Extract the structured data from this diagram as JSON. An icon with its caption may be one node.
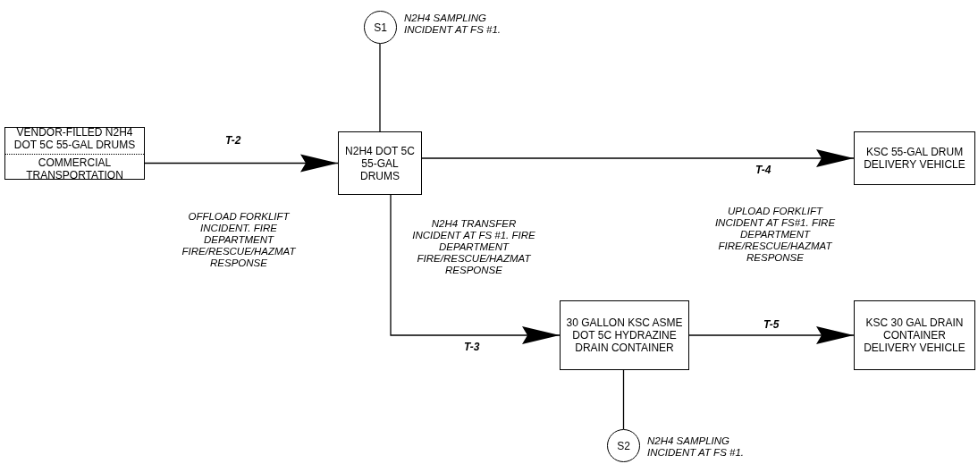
{
  "diagram": {
    "nodes": [
      {
        "text": [
          "VENDOR-FILLED N2H4 DOT 5C 55-GAL DRUMS",
          "COMMERCIAL TRANSPORTATION"
        ]
      },
      {
        "text": [
          "S1"
        ],
        "beside": [
          "N2H4 SAMPLING INCIDENT AT FS #1."
        ]
      },
      {
        "text": [
          "N2H4 DOT 5C 55-GAL DRUMS"
        ]
      },
      {
        "text": [
          "KSC 55-GAL DRUM DELIVERY VEHICLE"
        ]
      },
      {
        "text": [
          "30 GALLON KSC ASME DOT 5C HYDRAZINE DRAIN CONTAINER"
        ]
      },
      {
        "text": [
          "KSC 30 GAL DRAIN CONTAINER DELIVERY VEHICLE"
        ]
      },
      {
        "text": [
          "S2"
        ],
        "beside": [
          "N2H4 SAMPLING INCIDENT AT FS #1."
        ]
      }
    ],
    "edges": [
      {
        "from": 0,
        "to": 2,
        "arrow": "to",
        "label": "T-2"
      },
      {
        "from": 1,
        "to": 2,
        "arrow": "none"
      },
      {
        "from": 2,
        "to": 3,
        "arrow": "to",
        "label": "T-4"
      },
      {
        "from": 2,
        "to": 4,
        "arrow": "to",
        "label": "T-3"
      },
      {
        "from": 4,
        "to": 5,
        "arrow": "to",
        "label": "T-5"
      },
      {
        "from": 4,
        "to": 6,
        "arrow": "none"
      }
    ],
    "labels": [
      "OFFLOAD FORKLIFT INCIDENT. FIRE DEPARTMENT FIRE/RESCUE/HAZMAT RESPONSE",
      "N2H4 TRANSFER INCIDENT AT FS #1. FIRE DEPARTMENT FIRE/RESCUE/HAZMAT RESPONSE",
      "UPLOAD FORKLIFT INCIDENT AT FS#1. FIRE DEPARTMENT FIRE/RESCUE/HAZMAT RESPONSE"
    ]
  }
}
